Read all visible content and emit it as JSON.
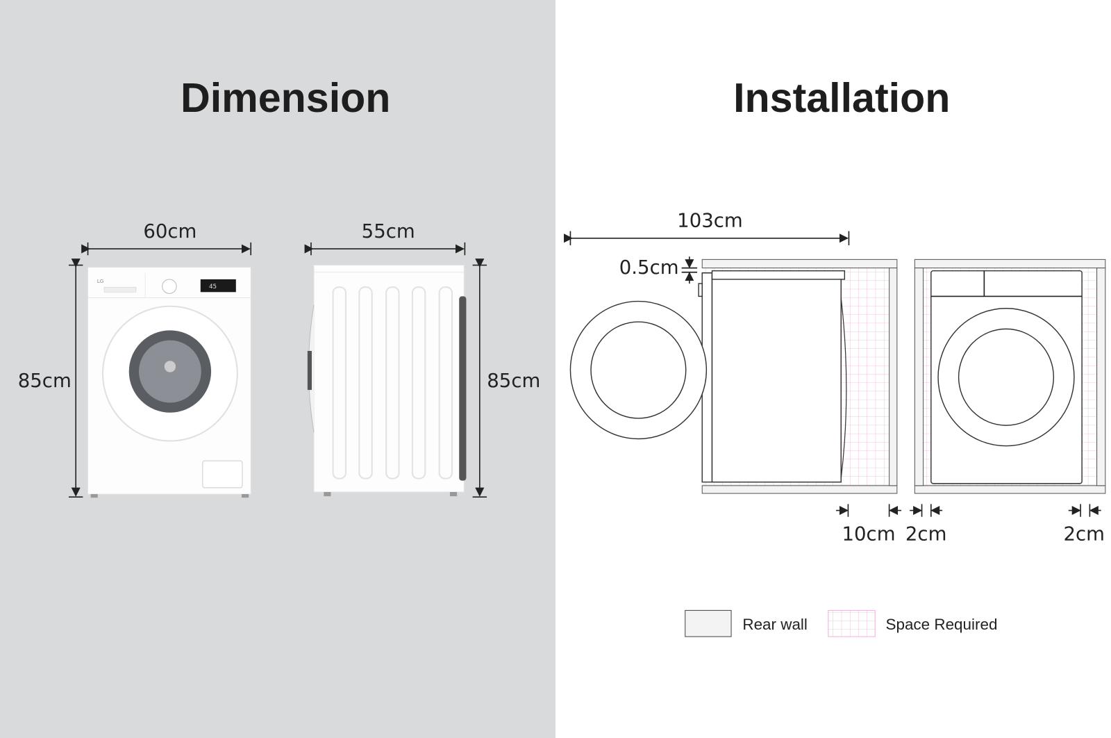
{
  "dimension": {
    "title": "Dimension",
    "width_label": "60cm",
    "depth_label": "55cm",
    "height_label_front": "85cm",
    "height_label_side": "85cm",
    "brand_logo": "LG",
    "display_value": "45"
  },
  "installation": {
    "title": "Installation",
    "total_depth_label": "103cm",
    "top_gap_label": "0.5cm",
    "rear_gap_label": "10cm",
    "side_gap_label_1": "2cm",
    "side_gap_label_2": "2cm"
  },
  "legend": {
    "rear_wall": "Rear wall",
    "space_required": "Space Required"
  },
  "colors": {
    "left_background": "#d9dadc",
    "space_grid": "#e8b4d4",
    "wall_fill": "#f3f3f3"
  }
}
